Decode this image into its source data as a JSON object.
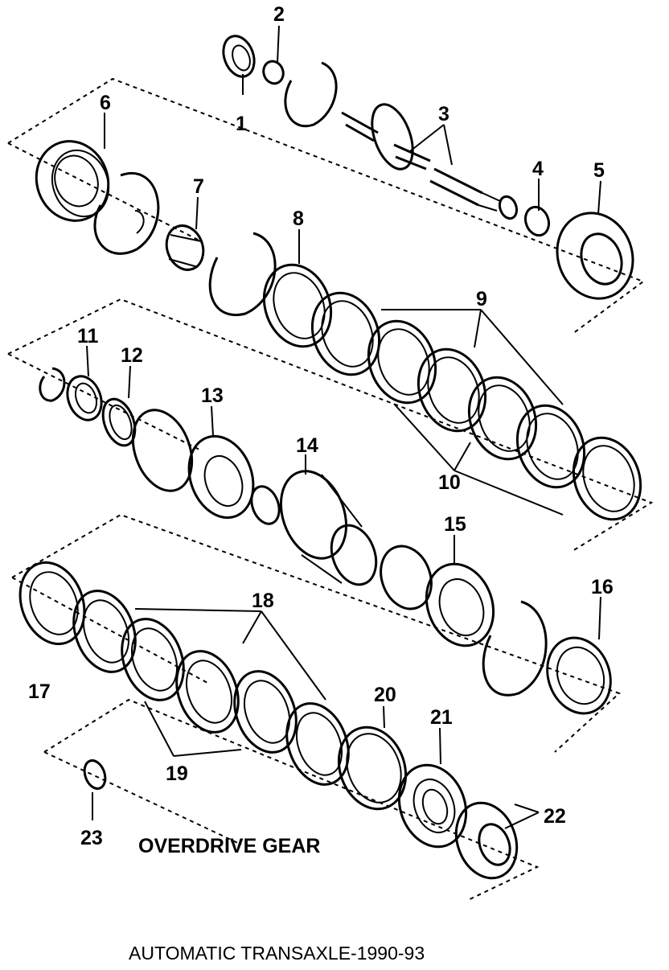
{
  "diagram": {
    "subtitle": "OVERDRIVE GEAR",
    "caption": "AUTOMATIC TRANSAXLE-1990-93",
    "callouts": [
      "1",
      "2",
      "3",
      "4",
      "5",
      "6",
      "7",
      "8",
      "9",
      "10",
      "11",
      "12",
      "13",
      "14",
      "15",
      "16",
      "17",
      "18",
      "19",
      "20",
      "21",
      "22",
      "23"
    ]
  },
  "colors": {
    "ink": "#000000",
    "paper": "#ffffff"
  }
}
